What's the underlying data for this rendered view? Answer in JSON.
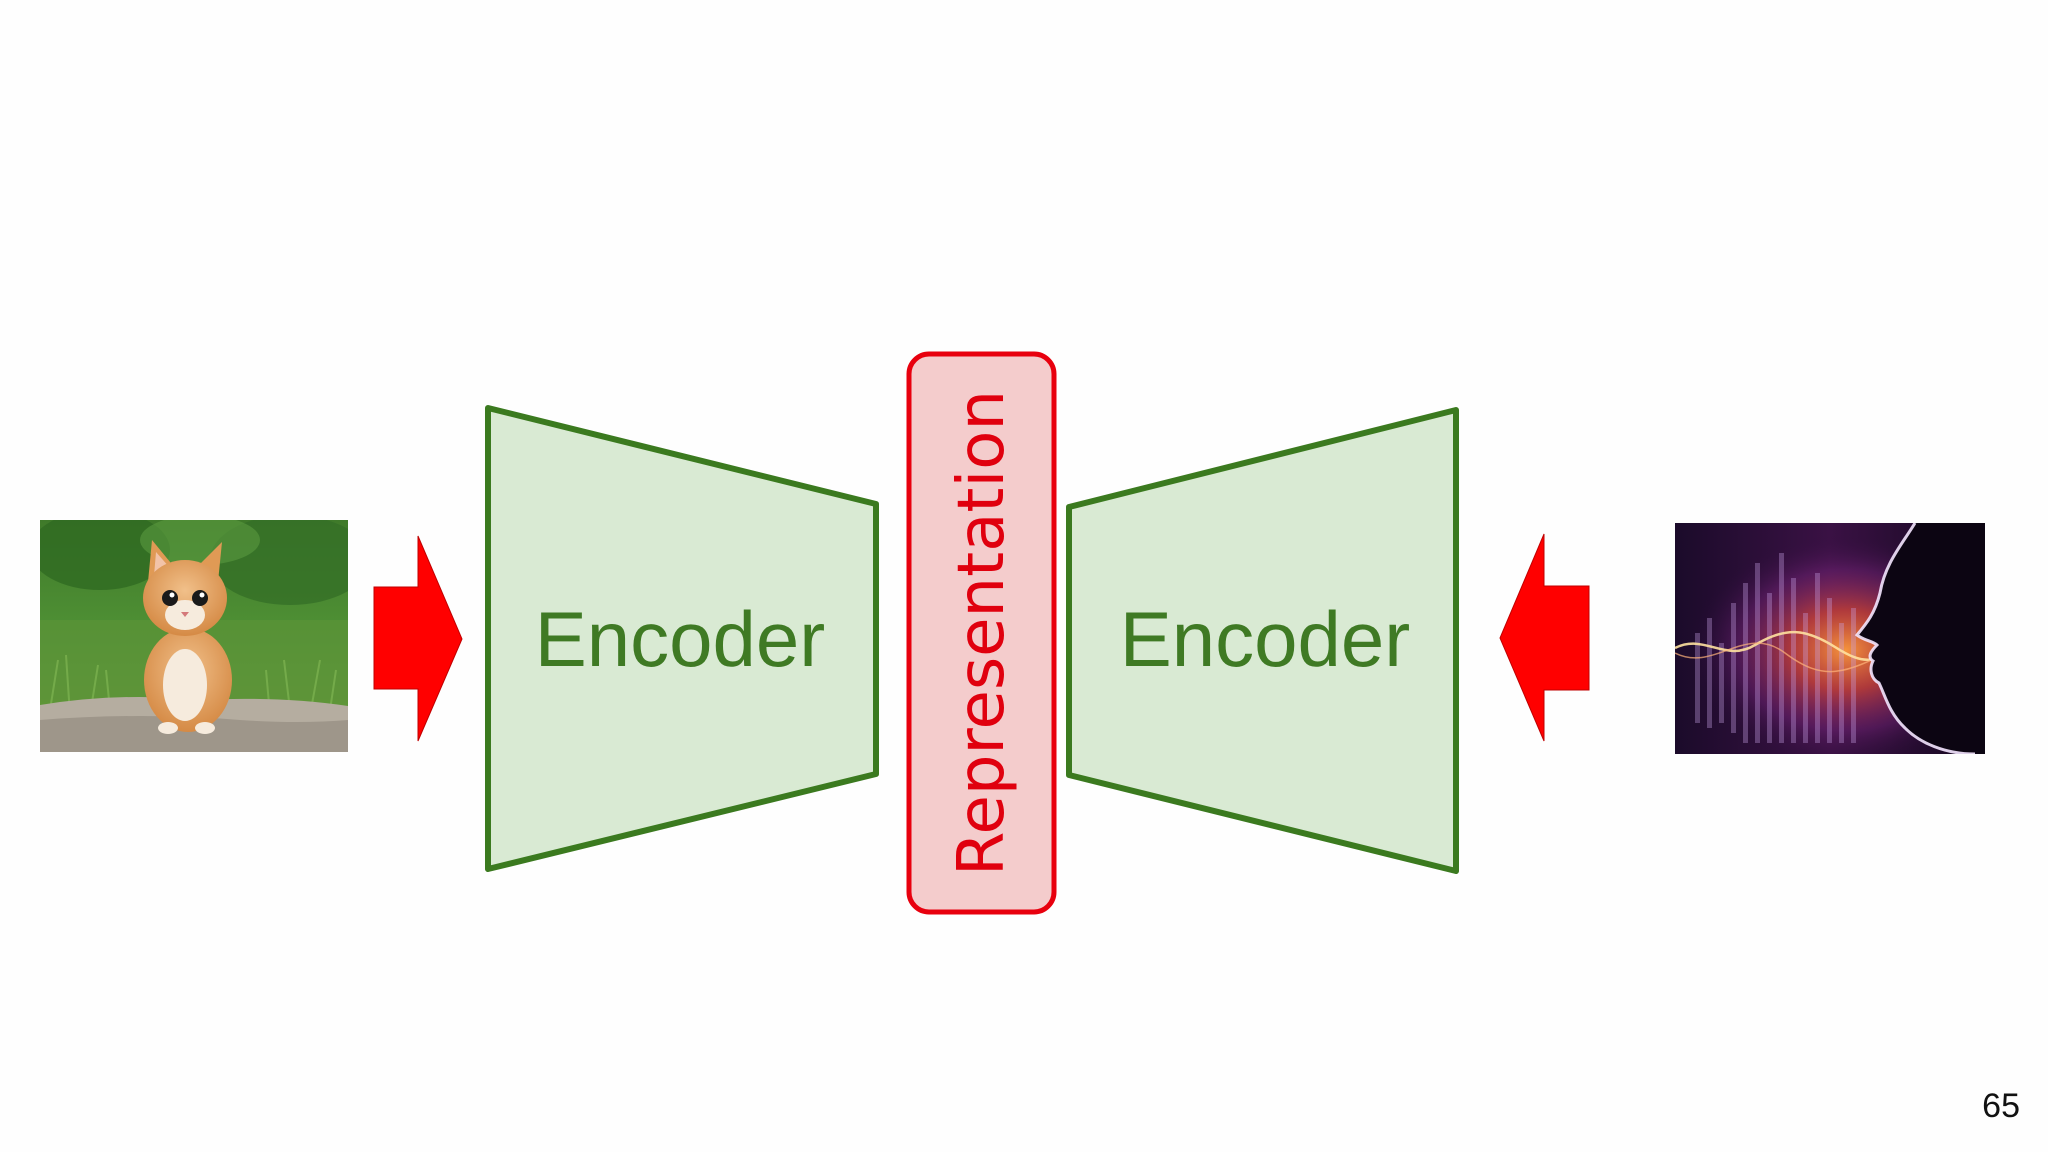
{
  "diagram": {
    "left_encoder_label": "Encoder",
    "right_encoder_label": "Encoder",
    "representation_label": "Representation",
    "images": {
      "left": "kitten-photo",
      "right": "voice-waveform-photo"
    },
    "arrows": [
      {
        "from": "kitten-photo",
        "to": "left-encoder"
      },
      {
        "from": "voice-waveform-photo",
        "to": "right-encoder"
      }
    ],
    "colors": {
      "encoder_fill": "#d9ead3",
      "encoder_stroke": "#3b7a1f",
      "encoder_text": "#3f7a24",
      "representation_fill": "#f4cccc",
      "representation_stroke": "#e8000e",
      "arrow_fill": "#ff0000"
    }
  },
  "slide": {
    "page_number": "65"
  }
}
